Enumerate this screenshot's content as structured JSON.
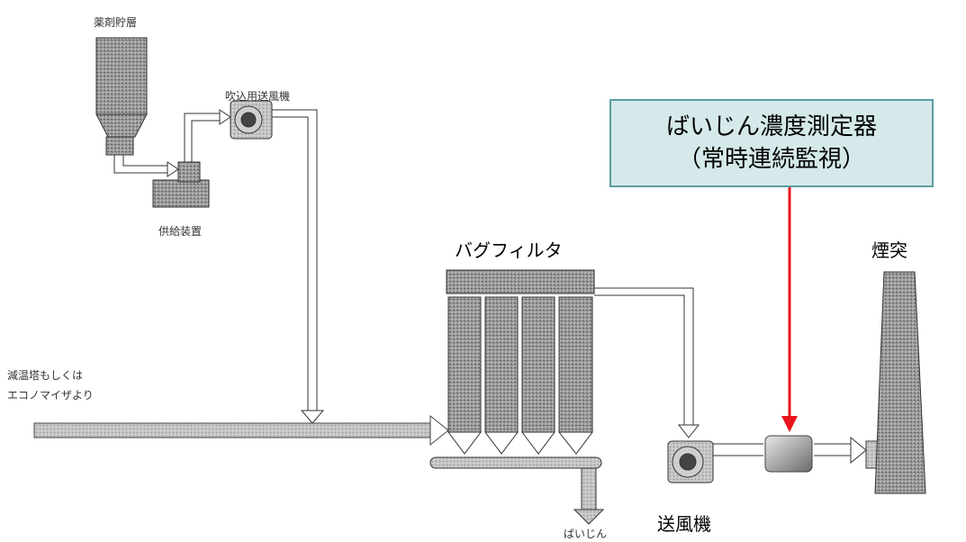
{
  "labels": {
    "chemical_storage": "薬剤貯層",
    "blower_injection": "吹込用送風機",
    "supply_device": "供給装置",
    "bag_filter": "バグフィルタ",
    "chimney": "煙突",
    "inlet_line1": "減温塔もしくは",
    "inlet_line2": "エコノマイザより",
    "fan": "送風機",
    "dust": "ばいじん"
  },
  "callout": {
    "line1": "ばいじん濃度測定器",
    "line2": "（常時連続監視）"
  },
  "colors": {
    "callout_bg": "#d5e9ea",
    "callout_border": "#5a9ea3",
    "indicator_arrow": "#e8131b"
  }
}
